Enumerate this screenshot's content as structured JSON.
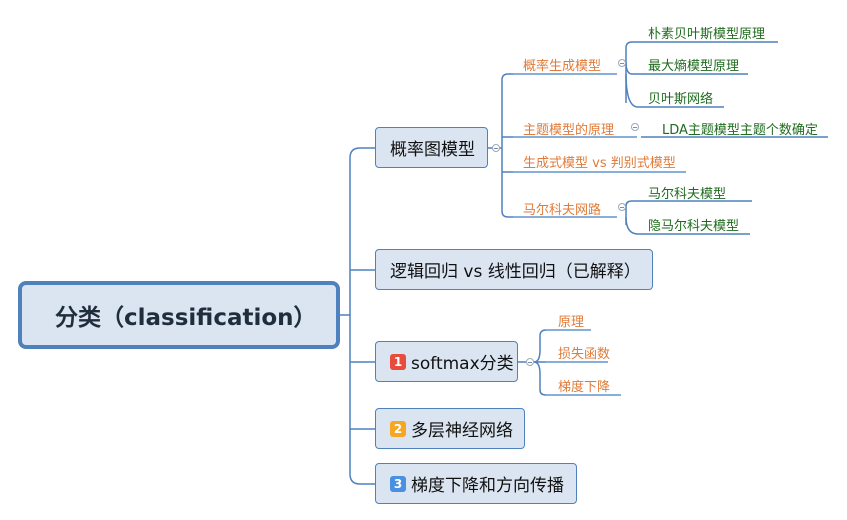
{
  "root": {
    "label": "分类（classification）"
  },
  "branches": [
    {
      "label": "概率图模型",
      "children": [
        {
          "label": "概率生成模型",
          "children": [
            "朴素贝叶斯模型原理",
            "最大熵模型原理",
            "贝叶斯网络"
          ]
        },
        {
          "label": "主题模型的原理",
          "children": [
            "LDA主题模型主题个数确定"
          ]
        },
        {
          "label": "生成式模型 vs 判别式模型",
          "children": []
        },
        {
          "label": "马尔科夫网路",
          "children": [
            "马尔科夫模型",
            "隐马尔科夫模型"
          ]
        }
      ]
    },
    {
      "label": "逻辑回归 vs 线性回归（已解释）",
      "children": []
    },
    {
      "label": "softmax分类",
      "badge": "1",
      "badge_color": "#e84c3d",
      "children": [
        "原理",
        "损失函数",
        "梯度下降"
      ]
    },
    {
      "label": "多层神经网络",
      "badge": "2",
      "badge_color": "#f5a623",
      "children": []
    },
    {
      "label": "梯度下降和方向传播",
      "badge": "3",
      "badge_color": "#4a90e2",
      "children": []
    }
  ],
  "colors": {
    "line": "#4f81bd",
    "node_fill": "#dbe5f1",
    "level2_text": "#e07b39",
    "level3_text": "#1e6b1e"
  }
}
